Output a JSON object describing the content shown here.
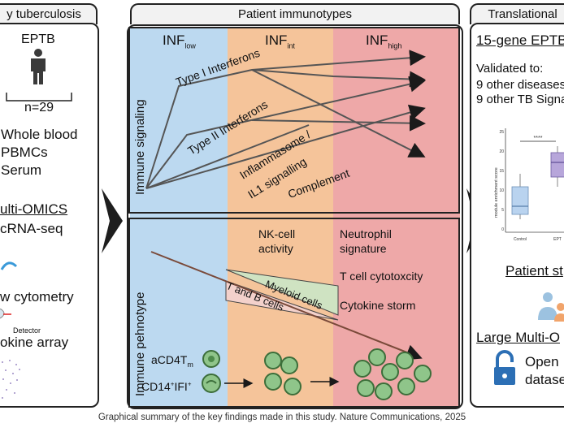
{
  "left": {
    "tab_title": "y tuberculosis",
    "eptb_label": "EPTB",
    "n_label": "n=29",
    "samples": [
      "Whole blood",
      "PBMCs",
      "Serum"
    ],
    "omics_title": "ulti-OMICS",
    "items": [
      "cRNA-seq",
      "w cytometry",
      "okine array"
    ],
    "detector_label": "Detector"
  },
  "center": {
    "tab_title": "Patient immunotypes",
    "columns": [
      {
        "base": "INF",
        "sub": "low"
      },
      {
        "base": "INF",
        "sub": "int"
      },
      {
        "base": "INF",
        "sub": "high"
      }
    ],
    "signaling_label": "Immune signaling",
    "phenotype_label": "Immune pehnotype",
    "signals": [
      "Type I Interferons",
      "Type II Interferons",
      "Inflammasome /",
      "IL1 signalling",
      "Complement"
    ],
    "nk_activity": [
      "NK-cell",
      "activity"
    ],
    "neutrophil": [
      "Neutrophil",
      "signature"
    ],
    "t_cell_tox": "T cell cytotoxcity",
    "cytokine_storm": "Cytokine storm",
    "myeloid_cells": "Myeloid cells",
    "t_b_cells": "T and B cells",
    "acd4": {
      "base": "aCD4T",
      "sub": "m"
    },
    "cd14": {
      "base": "CD14",
      "sup1": "+",
      "mid": "IFI",
      "sup2": "+"
    }
  },
  "right": {
    "tab_title": "Translational",
    "gene_title": "15-gene EPTB",
    "validated": "Validated to:",
    "diseases": "9 other diseases",
    "signatures": "9 other TB Signa",
    "significance": "****",
    "ylabel": "module enrichment score",
    "yticks": [
      "25",
      "20",
      "15",
      "10",
      "5",
      "0"
    ],
    "xcats": [
      "Control",
      "EPT"
    ],
    "patient_title": "Patient st",
    "large_title": "Large Multi-O",
    "open_text": [
      "Open",
      "datase"
    ]
  },
  "caption": "Graphical summary of the key findings made in this study. Nature Communications, 2025",
  "colors": {
    "low": "#bcd9f0",
    "int": "#f5c49a",
    "high": "#eea8a8",
    "dark": "#2a2a2a",
    "arrow": "#4d4d4d"
  }
}
